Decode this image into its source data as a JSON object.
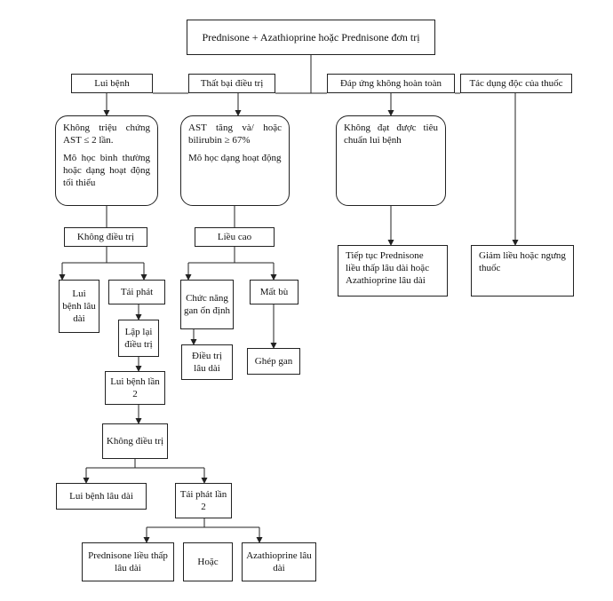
{
  "root": "Prednisone + Azathioprine hoặc Prednisone đơn trị",
  "branches": {
    "remission": "Lui bệnh",
    "failure": "Thất bại điều trị",
    "incomplete": "Đáp ứng không hoàn toàn",
    "toxicity": "Tác dụng độc của thuốc"
  },
  "remission_detail": {
    "line1": "Không triệu chứng AST ≤ 2 lần.",
    "line2": "Mô học bình thường hoặc dạng hoạt động tối thiểu"
  },
  "failure_detail": {
    "line1": "AST tăng và/ hoặc bilirubin ≥ 67%",
    "line2": "Mô học dạng hoạt động"
  },
  "incomplete_detail": "Không đạt được tiêu chuẩn lui bệnh",
  "no_treatment_1": "Không điều trị",
  "high_dose": "Liều cao",
  "long_remission_1": "Lui bệnh lâu dài",
  "relapse_1": "Tái phát",
  "stable_liver": "Chức năng gan ổn định",
  "decompensation": "Mất bù",
  "continue_treatment": "Tiếp tục Prednisone liều thấp lâu dài hoặc Azathioprine lâu dài",
  "reduce_dose": "Giảm liều hoặc ngưng thuốc",
  "retreat": "Lập lại điều trị",
  "long_term_treatment": "Điều trị lâu dài",
  "liver_transplant": "Ghép gan",
  "remission_2": "Lui bệnh lần 2",
  "no_treatment_2": "Không điều trị",
  "long_remission_2": "Lui bệnh lâu dài",
  "relapse_2": "Tái phát lần 2",
  "option_prednisone": "Prednisone liều thấp lâu dài",
  "option_or": "Hoặc",
  "option_azathioprine": "Azathioprine lâu dài"
}
